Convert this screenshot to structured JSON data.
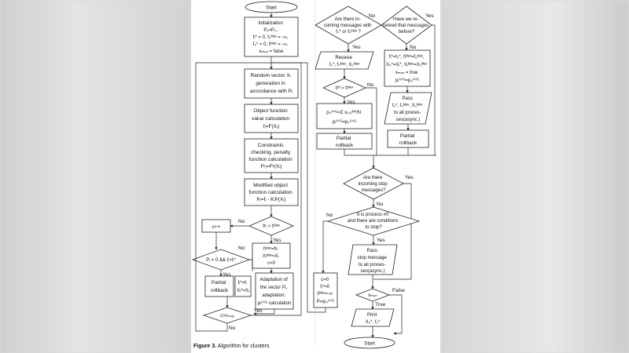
{
  "figure": {
    "caption_label": "Figure 3.",
    "caption_text": "Algorithm for clusters"
  },
  "left_column": {
    "start": "Start",
    "init": [
      "Initialization",
      "P₁=P₀,",
      "fᵢ* = 0, f₀ᴹᵃˣ = -∞,",
      "f₀* = 0, fᵢᴹᵃˣ = -∞,",
      "xₘₒₙ = false"
    ],
    "random_vector": [
      "Random vector Xᵢ",
      "generation in",
      "accordance with Pᵢ"
    ],
    "object_function": [
      "Object function",
      "value calculation",
      "fᵢ=F(Xᵢ)"
    ],
    "constraints": [
      "Constraints",
      "checking, penalty",
      "function calculation",
      "Fᵖᵢ=Fᵖ(Xᵢ)"
    ],
    "modified": [
      "Modified object",
      "function calculation",
      "fᵖᵢ=fᵢ - Kᵢfᵖ(Xᵢ)"
    ],
    "cond_fmax": "fᵖᵢ > fᵢᴹᵃˣ",
    "c_inc": "c++",
    "update_max": [
      "fᵢᴹᵃˣ=fᵖᵢ",
      "Xᵢᴹᵃˣ=Xᵢ",
      "c=0"
    ],
    "cond_first": "Pᵢ = 0 && fᵢ>fᵢ*",
    "partial_rollback_1": [
      "Partial",
      "rollback"
    ],
    "update_star": [
      "fᵢ*=fᵢ",
      "Xᵢ*=Xᵢ"
    ],
    "adaptation": [
      "Adaptation of",
      "the vector Pᵢ,",
      "adaptation;",
      "pᵢᴬⱽᴳ calculation"
    ],
    "cond_cmax": "c>cₘₐₓ",
    "lbl_no_1": "No",
    "lbl_yes_1": "Yes",
    "lbl_no_2": "No",
    "lbl_yes_2": "Yes",
    "lbl_yes_3": "Yes",
    "lbl_no_3": "No"
  },
  "right_column": {
    "cond_incoming": [
      "Are there in-",
      "coming messages with",
      "f₀* or f₀ᴹᵃˣ ?"
    ],
    "cond_received": [
      "Have we re-",
      "ceived that messages",
      "before?"
    ],
    "receive": [
      "Receive",
      "f₀*, f₀ᴹᵃˣ, X₀ᴹᵃˣ"
    ],
    "update_global": [
      "fᵢ*=f₀*, fᵢᴹᵃˣ=f₀ᴹᵃˣ,",
      "X₀*=Xᵢ*, Xᵢᴹᵃˣ=X₀ᴹᵃˣ",
      "xₘₒₙ = true",
      "pᵢᴬⱽᴳ=p₀ᴬⱽᴳ"
    ],
    "cond_fi": "fᵢᴹ > fᵢᴹᵃˣ",
    "pass": [
      "Pass",
      "f₀*, f₀ᴹᵃˣ, X₀ᴹᵃˣ",
      "to all proces-",
      "ses(async.)"
    ],
    "avg_calc": [
      "p₀ᴬⱽᴳ=Σ xₖ₍ᵢ₎ᴹ*/N",
      "pᵢᴬⱽᴳ=p₀ᴬⱽᴳ"
    ],
    "partial_rollback_2": [
      "Partial",
      "rollback"
    ],
    "partial_rollback_3": [
      "Partial",
      "rollback"
    ],
    "cond_stop": [
      "Are there",
      "incoming stop",
      "messages?"
    ],
    "cond_process0": [
      "It is process #0",
      "and there are conditions",
      "to stop?"
    ],
    "pass_stop": [
      "Pass",
      "stop message",
      "to all proces-",
      "ses(async.)"
    ],
    "reset": [
      "c=0",
      "fᵢ*=0",
      "fᵢᴹᵃˣ=-∞",
      "Pᵢ=p₀ᴬⱽᴳ"
    ],
    "cond_xmon": "xₘₒₙ",
    "print": [
      "Print",
      "X₀*, f₀*"
    ],
    "end": "Start",
    "lbl_no_a": "No",
    "lbl_yes_a": "Yes",
    "lbl_no_b": "No",
    "lbl_yes_b": "Yes",
    "lbl_no_c": "No",
    "lbl_yes_c": "Yes",
    "lbl_no_d": "No",
    "lbl_yes_d": "Yes",
    "lbl_true": "True",
    "lbl_false": "False"
  }
}
